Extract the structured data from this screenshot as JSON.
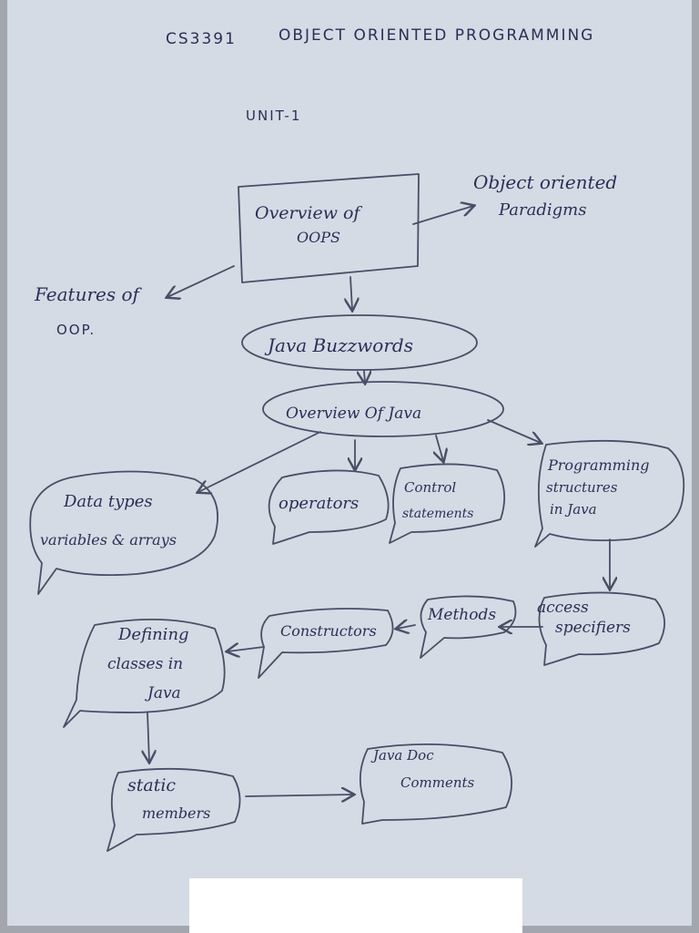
{
  "header": {
    "course": "CS3391",
    "title": "OBJECT ORIENTED PROGRAMMING",
    "unit": "UNIT-1"
  },
  "nodes": {
    "overview_oops": [
      "Overview of",
      "OOPS"
    ],
    "oo_paradigms": [
      "Object oriented",
      "Paradigms"
    ],
    "features_oop": [
      "Features of",
      "OOP."
    ],
    "java_buzzwords": "Java Buzzwords",
    "overview_java": "Overview Of Java",
    "data_types": [
      "Data types",
      "variables & arrays"
    ],
    "operators": "operators",
    "control_statements": [
      "Control",
      "statements"
    ],
    "programming_structures": [
      "Programming",
      "structures",
      "in Java"
    ],
    "access_specifiers": [
      "access",
      "specifiers"
    ],
    "methods": "Methods",
    "constructors": "Constructors",
    "defining_classes": [
      "Defining",
      "classes in",
      "Java"
    ],
    "static_members": [
      "static",
      "members"
    ],
    "javadoc_comments": [
      "Java Doc",
      "Comments"
    ]
  },
  "colors": {
    "paper": "#d5dbe4",
    "ink": "#2b2f57",
    "pencil": "#4a4e66"
  }
}
